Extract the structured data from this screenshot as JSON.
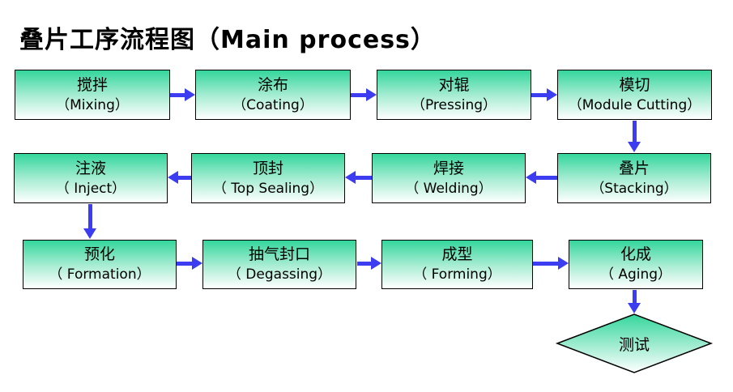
{
  "title": {
    "prefix": "叠片工序流程图（",
    "main": "Main process",
    "suffix": "）"
  },
  "colors": {
    "box_gradient_top": "#34d69c",
    "box_gradient_bottom": "#ffffff",
    "arrow": "#3c3cf0",
    "border": "#000000",
    "background": "#ffffff"
  },
  "rows": [
    {
      "direction": "left-to-right",
      "steps": [
        {
          "cn": "搅拌",
          "en": "（Mixing）"
        },
        {
          "cn": "涂布",
          "en": "（Coating）"
        },
        {
          "cn": "对辊",
          "en": "（Pressing）"
        },
        {
          "cn": "模切",
          "en": "（Module Cutting）"
        }
      ]
    },
    {
      "direction": "right-to-left",
      "steps": [
        {
          "cn": "注液",
          "en": "（ Inject）"
        },
        {
          "cn": "顶封",
          "en": "（ Top Sealing）"
        },
        {
          "cn": "焊接",
          "en": "（ Welding）"
        },
        {
          "cn": "叠片",
          "en": "（Stacking）"
        }
      ]
    },
    {
      "direction": "left-to-right",
      "steps": [
        {
          "cn": "预化",
          "en": "（ Formation）"
        },
        {
          "cn": "抽气封口",
          "en": "（ Degassing）"
        },
        {
          "cn": "成型",
          "en": "（ Forming）"
        },
        {
          "cn": "化成",
          "en": "（ Aging）"
        }
      ]
    }
  ],
  "decision": {
    "cn": "测试",
    "shape": "diamond"
  }
}
